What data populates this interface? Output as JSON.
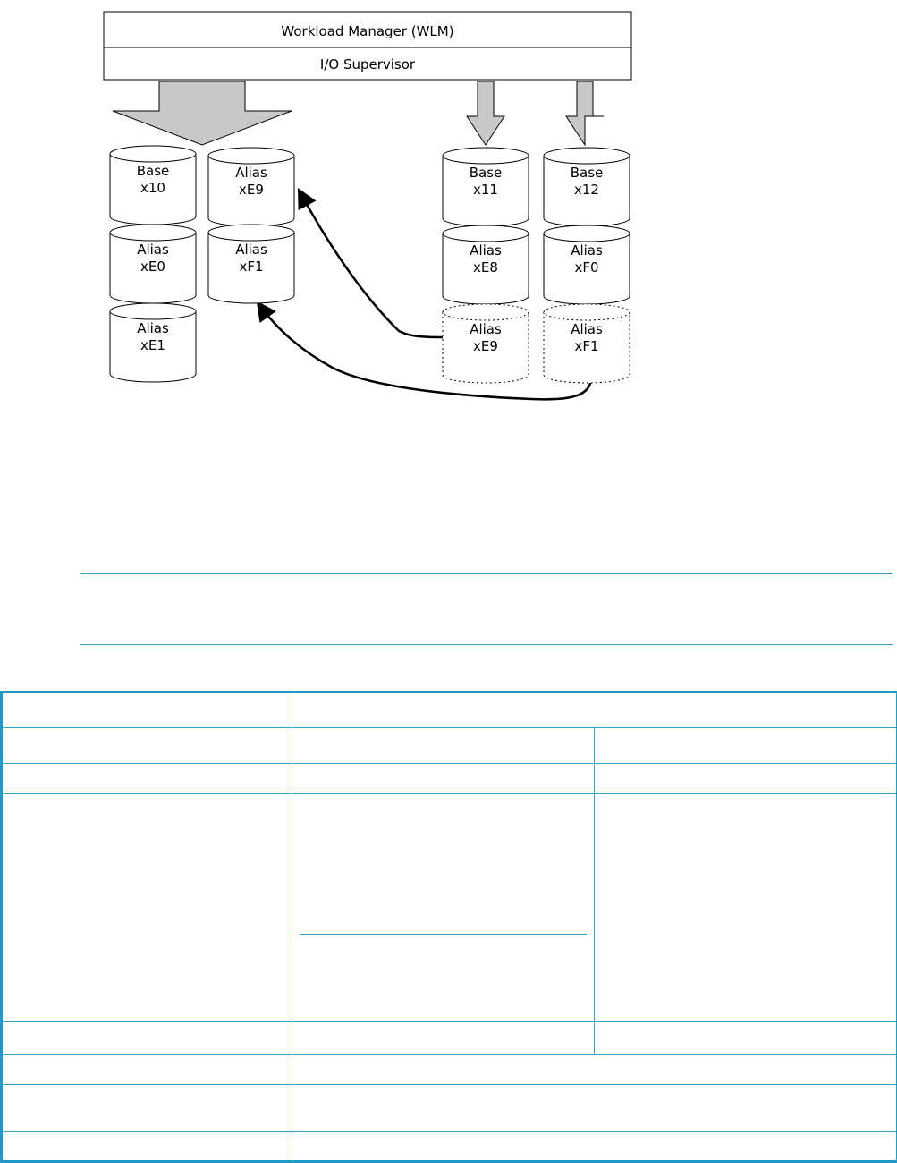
{
  "diagram": {
    "wlm_label": "Workload Manager (WLM)",
    "ios_label": "I/O Supervisor",
    "volumes": [
      {
        "kind": "Base",
        "id": "x10"
      },
      {
        "kind": "Alias",
        "id": "xE0"
      },
      {
        "kind": "Alias",
        "id": "xE1"
      },
      {
        "kind": "Alias",
        "id": "xE9"
      },
      {
        "kind": "Alias",
        "id": "xF1"
      },
      {
        "kind": "Base",
        "id": "x11"
      },
      {
        "kind": "Alias",
        "id": "xE8"
      },
      {
        "kind": "Alias",
        "id": "xE9"
      },
      {
        "kind": "Base",
        "id": "x12"
      },
      {
        "kind": "Alias",
        "id": "xF0"
      },
      {
        "kind": "Alias",
        "id": "xF1"
      }
    ]
  },
  "colors": {
    "rule": "#3aa0c8",
    "table_border": "#2196c8",
    "arrow_fill": "#c8c8c8"
  }
}
